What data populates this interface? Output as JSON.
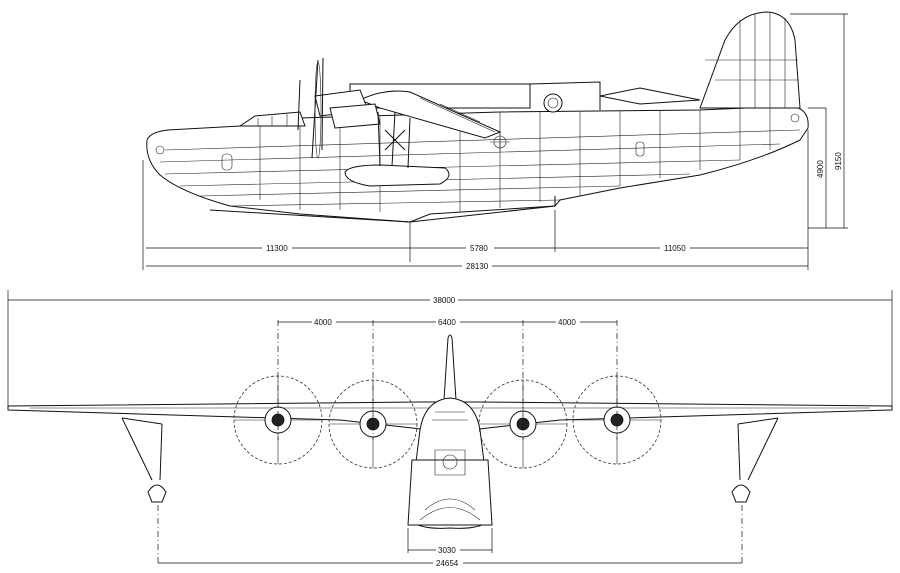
{
  "side_view": {
    "dimensions": {
      "segment_front": "11300",
      "segment_middle": "5780",
      "segment_rear": "11050",
      "total_length": "28130",
      "hull_height": "4900",
      "total_height": "9150"
    }
  },
  "front_view": {
    "dimensions": {
      "wingspan": "38000",
      "prop_spacing_left": "4000",
      "prop_spacing_center": "6400",
      "prop_spacing_right": "4000",
      "hull_width": "3030",
      "float_track": "24654"
    }
  }
}
